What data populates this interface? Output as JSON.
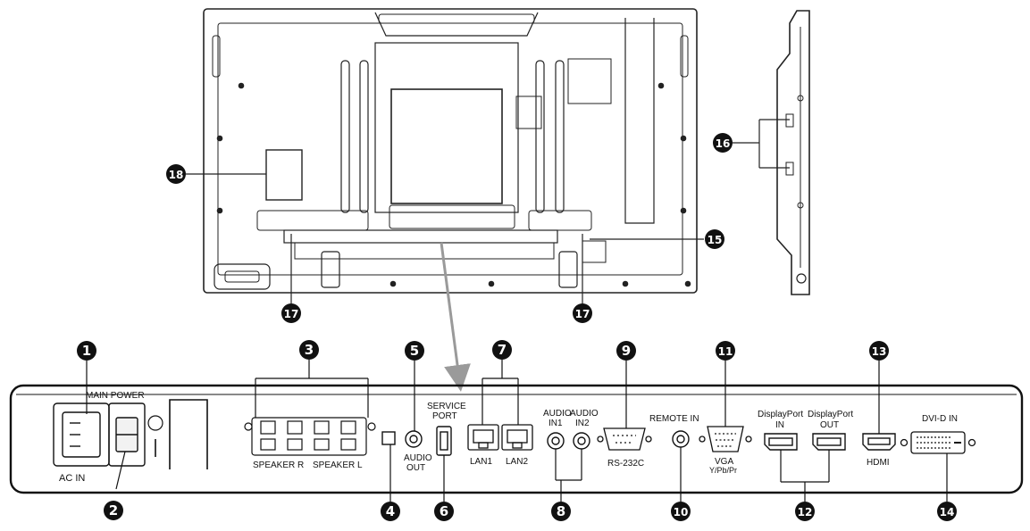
{
  "panel_labels": {
    "main_power": "MAIN POWER",
    "ac_in": "AC IN",
    "speaker_r": "SPEAKER R",
    "speaker_l": "SPEAKER L",
    "audio_out_line1": "AUDIO",
    "audio_out_line2": "OUT",
    "service_port_line1": "SERVICE",
    "service_port_line2": "PORT",
    "lan1": "LAN1",
    "lan2": "LAN2",
    "audio_in1_line1": "AUDIO",
    "audio_in1_line2": "IN1",
    "audio_in2_line1": "AUDIO",
    "audio_in2_line2": "IN2",
    "rs232c": "RS-232C",
    "remote_in": "REMOTE IN",
    "vga_line1": "VGA",
    "vga_line2": "Y/Pb/Pr",
    "dp_in_line1": "DisplayPort",
    "dp_in_line2": "IN",
    "dp_out_line1": "DisplayPort",
    "dp_out_line2": "OUT",
    "hdmi": "HDMI",
    "dvi_d_in": "DVI-D IN"
  },
  "callouts": {
    "c1": "1",
    "c2": "2",
    "c3": "3",
    "c4": "4",
    "c5": "5",
    "c6": "6",
    "c7": "7",
    "c8": "8",
    "c9": "9",
    "c10": "10",
    "c11": "11",
    "c12": "12",
    "c13": "13",
    "c14": "14",
    "c15": "15",
    "c16": "16",
    "c17a": "17",
    "c17b": "17",
    "c18": "18"
  }
}
